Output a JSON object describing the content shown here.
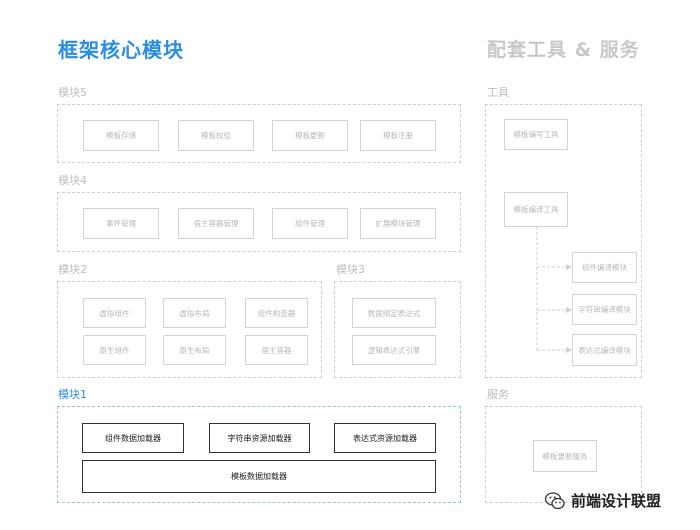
{
  "titles": {
    "main": "框架核心模块",
    "side": "配套工具 & 服务"
  },
  "modules": {
    "m5": {
      "label": "模块5",
      "items": [
        "模板存储",
        "模板校验",
        "模板更新",
        "模板注册"
      ]
    },
    "m4": {
      "label": "模块4",
      "items": [
        "事件管理",
        "宿主容器管理",
        "组件管理",
        "扩展模块管理"
      ]
    },
    "m2": {
      "label": "模块2",
      "items": [
        "虚拟组件",
        "虚拟布局",
        "组件构造器",
        "原生组件",
        "原生布局",
        "宿主容器"
      ]
    },
    "m3": {
      "label": "模块3",
      "items": [
        "数据绑定表达式",
        "逻辑表达式引擎"
      ]
    },
    "m1": {
      "label": "模块1",
      "items": [
        "组件数据加载器",
        "字符串资源加载器",
        "表达式资源加载器",
        "模板数据加载器"
      ]
    }
  },
  "tools": {
    "label": "工具",
    "editor": "模板编写工具",
    "compiler": "模板编译工具",
    "sub": [
      "组件编译模块",
      "字符串编译模块",
      "表达式编译模块"
    ]
  },
  "services": {
    "label": "服务",
    "items": [
      "模板更新服务"
    ]
  },
  "brand": {
    "name": "前端设计联盟",
    "icon": "wechat-icon"
  },
  "colors": {
    "accent": "#2a8ce3",
    "muted": "#bdbdbd",
    "strong": "#222222"
  }
}
